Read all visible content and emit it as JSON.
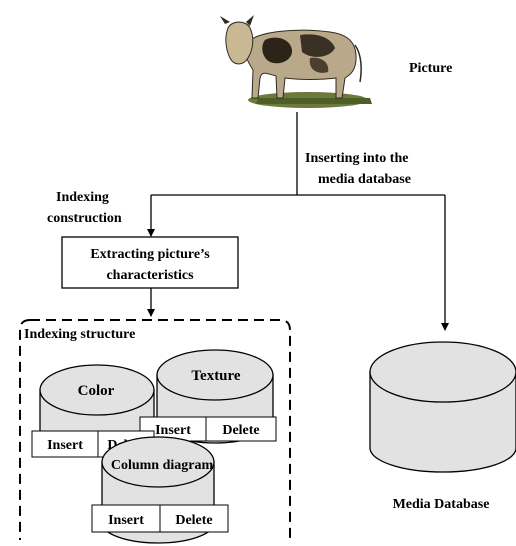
{
  "picture": {
    "label": "Picture",
    "image_description_name": "cow-picture"
  },
  "edges": {
    "insert_into_db": [
      "Inserting into the",
      "media database"
    ],
    "indexing_construction": [
      "Indexing",
      "construction"
    ]
  },
  "extract_box": {
    "lines": [
      "Extracting picture’s",
      "characteristics"
    ]
  },
  "indexing_structure": {
    "title": "Indexing structure",
    "color": {
      "label": "Color",
      "btn_insert": "Insert",
      "btn_delete": "Delete"
    },
    "texture": {
      "label": "Texture",
      "btn_insert": "Insert",
      "btn_delete": "Delete"
    },
    "column": {
      "label": "Column diagram",
      "btn_insert": "Insert",
      "btn_delete": "Delete"
    }
  },
  "media_db": {
    "label": "Media Database"
  },
  "colors": {
    "cylinder_fill": "#e2e2e2",
    "stroke": "#000000"
  }
}
